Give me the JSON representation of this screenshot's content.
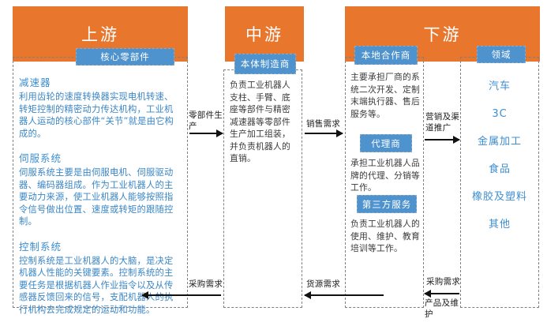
{
  "theme": {
    "banner_color": "#E8762C",
    "chip_color": "#4E92CE",
    "accent_text": "#3A86C6",
    "body_text": "#3A3A3A",
    "dash_border": "#808080"
  },
  "banners": {
    "upstream": "上游",
    "midstream": "中游",
    "downstream": "下游"
  },
  "chips": {
    "core_parts": "核心零部件",
    "body_manufacturer": "本体制造商",
    "local_partner": "本地合作商",
    "agent": "代理商",
    "third_party": "第三方服务",
    "field": "领域"
  },
  "upstream": {
    "sections": [
      {
        "heading": "减速器",
        "body": "利用齿轮的速度转换器实现电机转速、转矩控制的精密动力传达机构，工业机器人运动的核心部件“关节”就是由它构成的。"
      },
      {
        "heading": "伺服系统",
        "body": "伺服系统主要是由伺服电机、伺服驱动器、编码器组成。作为工业机器人的主要动力来源，使工业机器人能够按照指令信号做出位置、速度或转矩的跟随控制。"
      },
      {
        "heading": "控制系统",
        "body": "控制系统是工业机器人的大脑，是决定机器人性能的关键要素。控制系统的主要任务是根据机器人作业指令以及从传感器反馈回来的信号，支配机器人的执行机构去完成规定的运动和功能。"
      }
    ]
  },
  "midstream": {
    "text": "负责工业机器人支柱、手臂、底座等部件与精密减速器等零部件生产加工组装，并负责机器人的直销。"
  },
  "downstream": {
    "local_partner_text": "主要承担厂商的系统二次开发、定制末端执行器、售后服务等。",
    "agent_text": "承担工业机器人品牌的代理、分销等工作。",
    "third_party_text": "负责工业机器人的使用、维护、教育培训等工作。"
  },
  "fields": [
    "汽车",
    "3C",
    "金属加工",
    "食品",
    "橡胶及塑料",
    "其他"
  ],
  "flows": {
    "parts_production": "零部件生产",
    "sales_demand": "销售需求",
    "marketing_channel": "营销及渠道推广",
    "purchase_demand_1": "采购需求",
    "supply_demand": "货源需求",
    "purchase_demand_2": "采购需求",
    "product_maintenance": "产品及维护"
  }
}
